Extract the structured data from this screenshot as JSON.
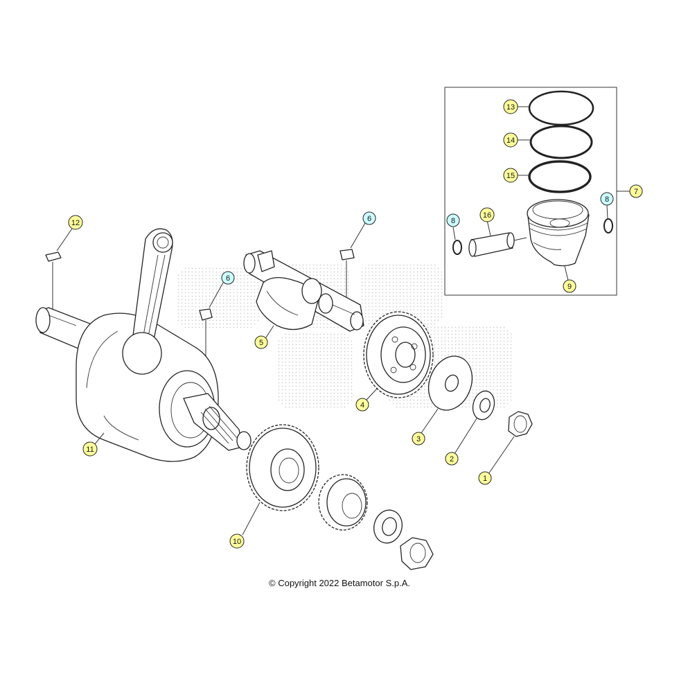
{
  "copyright": "© Copyright 2022 Betamotor S.p.A.",
  "colors": {
    "callout_fill": "#ffff99",
    "callout_fill_alt": "#ccffff",
    "line": "#222222"
  },
  "callouts": {
    "c1": "1",
    "c2": "2",
    "c3": "3",
    "c4": "4",
    "c5": "5",
    "c6a": "6",
    "c6b": "6",
    "c7": "7",
    "c8a": "8",
    "c8b": "8",
    "c9": "9",
    "c10": "10",
    "c11": "11",
    "c12": "12",
    "c13": "13",
    "c14": "14",
    "c15": "15",
    "c16": "16"
  }
}
